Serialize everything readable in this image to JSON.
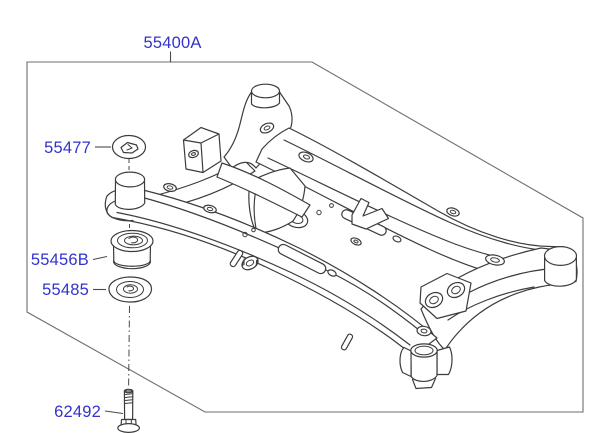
{
  "colors": {
    "label": "#3333cc",
    "line": "#3c3c3c",
    "border": "#6e6e6e",
    "background": "#ffffff"
  },
  "callouts": {
    "assembly": {
      "part_no": "55400A"
    },
    "washer": {
      "part_no": "55477"
    },
    "bushing": {
      "part_no": "55456B"
    },
    "plate_washer": {
      "part_no": "55485"
    },
    "bolt": {
      "part_no": "62492"
    }
  }
}
